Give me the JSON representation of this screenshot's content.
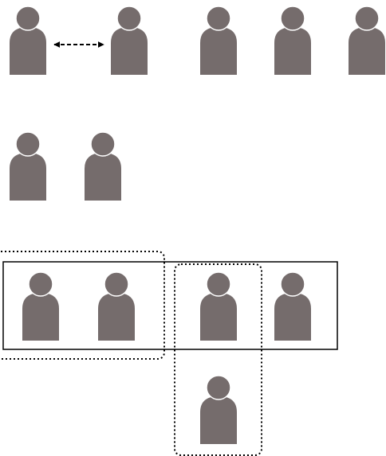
{
  "colors": {
    "background": "#ffffff",
    "person": "#756c6c",
    "stroke": "#000000"
  },
  "icons": {
    "person": "person-icon",
    "arrow": "double-headed-dashed-arrow-icon"
  },
  "rows": [
    {
      "name": "row-1",
      "person_count": 5,
      "has_pair_arrow": true
    },
    {
      "name": "row-2",
      "person_count": 2,
      "has_pair_arrow": false
    },
    {
      "name": "row-3",
      "person_count": 4,
      "has_pair_arrow": false
    },
    {
      "name": "row-4",
      "person_count": 1,
      "has_pair_arrow": false
    }
  ],
  "groupings": [
    {
      "name": "row-group-box",
      "style": "solid",
      "contains_people": 4
    },
    {
      "name": "left-group-dotted-box",
      "style": "dotted",
      "contains_people": 2
    },
    {
      "name": "column-group-dotted-box",
      "style": "dotted",
      "contains_people": 2
    }
  ]
}
